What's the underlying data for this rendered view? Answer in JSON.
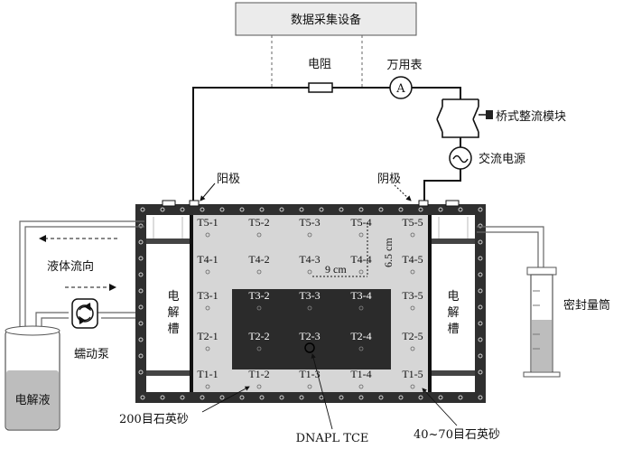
{
  "labels": {
    "daq": "数据采集设备",
    "resistor": "电阻",
    "multimeter": "万用表",
    "ammeter_symbol": "A",
    "rectifier": "桥式整流模块",
    "ac_source": "交流电源",
    "anode": "阳极",
    "cathode": "阴极",
    "flow_direction": "液体流向",
    "pump": "蠕动泵",
    "electrolyte": "电解液",
    "cell_left": "电解槽",
    "cell_right": "电解槽",
    "sealed_cylinder": "密封量筒",
    "sand_200": "200目石英砂",
    "dnapl": "DNAPL TCE",
    "sand_40_70": "40~70目石英砂",
    "dim_horizontal": "9 cm",
    "dim_vertical": "6.5 cm"
  },
  "colors": {
    "tank_frame": "#2f2f2f",
    "sand_fill": "#d6d6d6",
    "dnapl_zone": "#2b2b2b",
    "daq_box": "#ebebeb",
    "electrolyte": "#bdbdbd"
  },
  "sensors": {
    "row5": [
      "T5-1",
      "T5-2",
      "T5-3",
      "T5-4",
      "T5-5"
    ],
    "row4": [
      "T4-1",
      "T4-2",
      "T4-3",
      "T4-4",
      "T4-5"
    ],
    "row3": [
      "T3-1",
      "T3-2",
      "T3-3",
      "T3-4",
      "T3-5"
    ],
    "row2": [
      "T2-1",
      "T2-2",
      "T2-3",
      "T2-4",
      "T2-5"
    ],
    "row1": [
      "T1-1",
      "T1-2",
      "T1-3",
      "T1-4",
      "T1-5"
    ]
  }
}
